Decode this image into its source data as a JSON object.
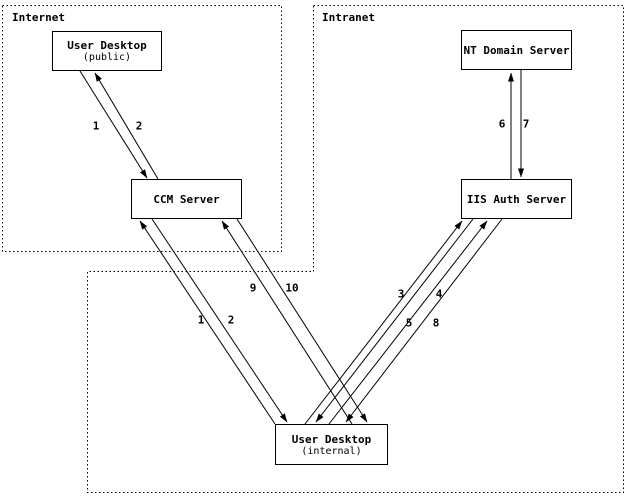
{
  "diagram": {
    "regions": [
      {
        "label": "Internet"
      },
      {
        "label": "Intranet"
      }
    ],
    "nodes": [
      {
        "label": "User Desktop",
        "sublabel": "(public)"
      },
      {
        "label": "CCM Server"
      },
      {
        "label": "NT Domain Server"
      },
      {
        "label": "IIS Auth Server"
      },
      {
        "label": "User Desktop",
        "sublabel": "(internal)"
      }
    ],
    "connections": [
      {
        "label": "1",
        "from": "User Desktop (public)",
        "to": "CCM Server"
      },
      {
        "label": "2",
        "from": "CCM Server",
        "to": "User Desktop (public)"
      },
      {
        "label": "1",
        "from": "User Desktop (internal)",
        "to": "CCM Server"
      },
      {
        "label": "2",
        "from": "CCM Server",
        "to": "User Desktop (internal)"
      },
      {
        "label": "9",
        "from": "User Desktop (internal)",
        "to": "CCM Server"
      },
      {
        "label": "10",
        "from": "CCM Server",
        "to": "User Desktop (internal)"
      },
      {
        "label": "3",
        "from": "User Desktop (internal)",
        "to": "IIS Auth Server"
      },
      {
        "label": "4",
        "from": "IIS Auth Server",
        "to": "User Desktop (internal)"
      },
      {
        "label": "5",
        "from": "User Desktop (internal)",
        "to": "IIS Auth Server"
      },
      {
        "label": "8",
        "from": "IIS Auth Server",
        "to": "User Desktop (internal)"
      },
      {
        "label": "6",
        "from": "IIS Auth Server",
        "to": "NT Domain Server"
      },
      {
        "label": "7",
        "from": "NT Domain Server",
        "to": "IIS Auth Server"
      }
    ],
    "colors": {
      "line": "#000000",
      "background": "#ffffff",
      "text": "#000000"
    }
  }
}
